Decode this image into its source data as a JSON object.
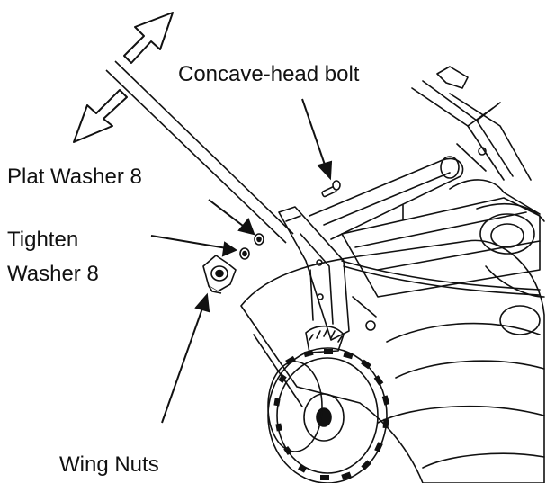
{
  "labels": {
    "concave_head_bolt": "Concave-head bolt",
    "plat_washer": "Plat Washer 8",
    "tighten_line1": "Tighten",
    "tighten_line2": "Washer 8",
    "wing_nuts": "Wing Nuts"
  },
  "icons": [
    "double-arrow-icon",
    "callout-arrow-icon"
  ],
  "colors": {
    "ink": "#111111",
    "background": "#ffffff"
  }
}
